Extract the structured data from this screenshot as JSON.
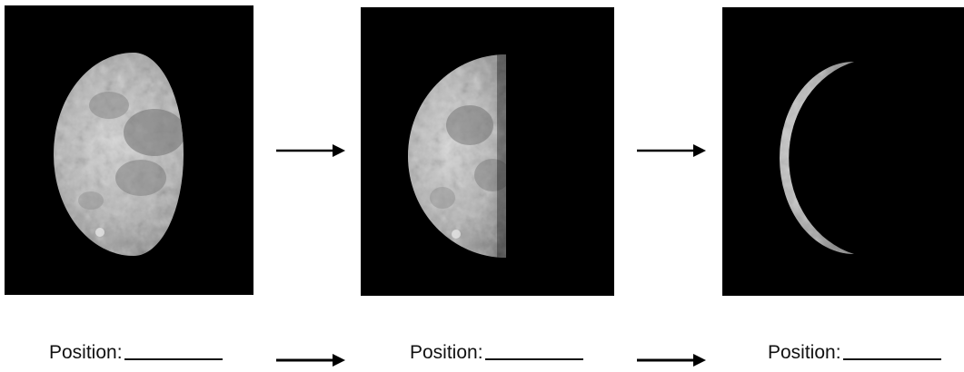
{
  "figure": {
    "phases": [
      {
        "name": "waning-gibbous-moon",
        "label": "Position:"
      },
      {
        "name": "third-quarter-moon",
        "label": "Position:"
      },
      {
        "name": "waning-crescent-moon",
        "label": "Position:"
      }
    ],
    "colors": {
      "sky": "#000000",
      "moon_light": "#d9d9d9",
      "moon_mid": "#9e9e9e",
      "arrow": "#000000"
    },
    "icons": [
      "right-arrow-icon"
    ]
  }
}
